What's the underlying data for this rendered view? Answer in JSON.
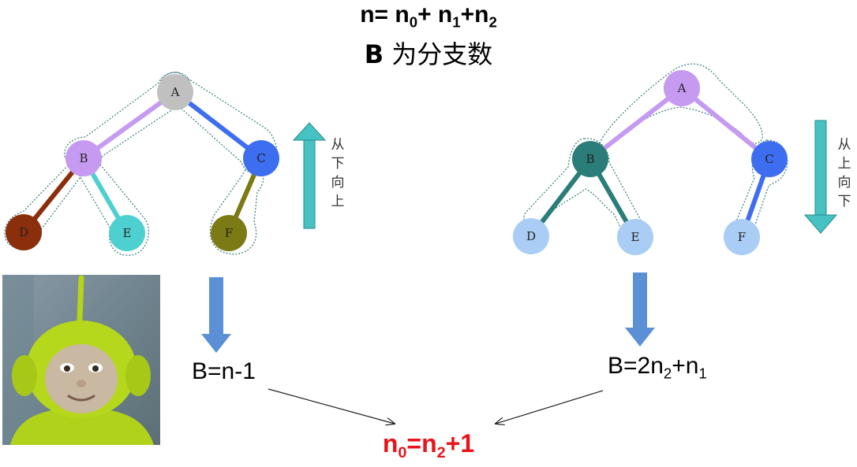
{
  "title": {
    "line1": {
      "prefix": "n= n",
      "sub0": "0",
      "mid1": "+ n",
      "sub1": "1",
      "mid2": "+n",
      "sub2": "2"
    },
    "line2": {
      "b": "B",
      "text": " 为分支数"
    }
  },
  "left_tree": {
    "nodes": [
      {
        "id": "A",
        "label": "A",
        "color": "#c0c0c0"
      },
      {
        "id": "B",
        "label": "B",
        "color": "#c59af0"
      },
      {
        "id": "C",
        "label": "C",
        "color": "#3e6ef0"
      },
      {
        "id": "D",
        "label": "D",
        "color": "#8a2e0c"
      },
      {
        "id": "E",
        "label": "E",
        "color": "#4fd0d0"
      },
      {
        "id": "F",
        "label": "F",
        "color": "#7c7a14"
      }
    ],
    "edges": [
      {
        "from": "A",
        "to": "B",
        "color": "#c59af0"
      },
      {
        "from": "A",
        "to": "C",
        "color": "#3e6ef0"
      },
      {
        "from": "B",
        "to": "D",
        "color": "#8a2e0c"
      },
      {
        "from": "B",
        "to": "E",
        "color": "#4fd0d0"
      },
      {
        "from": "C",
        "to": "F",
        "color": "#7c7a14"
      }
    ],
    "direction_text": "从下向上",
    "formula": "B=n-1"
  },
  "right_tree": {
    "nodes": [
      {
        "id": "A",
        "label": "A",
        "color": "#c59af0"
      },
      {
        "id": "B",
        "label": "B",
        "color": "#2a7d78"
      },
      {
        "id": "C",
        "label": "C",
        "color": "#3e6ef0"
      },
      {
        "id": "D",
        "label": "D",
        "color": "#a9cdf4"
      },
      {
        "id": "E",
        "label": "E",
        "color": "#a9cdf4"
      },
      {
        "id": "F",
        "label": "F",
        "color": "#a9cdf4"
      }
    ],
    "edges": [
      {
        "from": "A",
        "to": "B",
        "color": "#c59af0"
      },
      {
        "from": "A",
        "to": "C",
        "color": "#c59af0"
      },
      {
        "from": "B",
        "to": "D",
        "color": "#2a7d78"
      },
      {
        "from": "B",
        "to": "E",
        "color": "#2a7d78"
      },
      {
        "from": "C",
        "to": "F",
        "color": "#3e6ef0"
      }
    ],
    "direction_text": "从上向下",
    "formula": {
      "prefix": "B=2n",
      "sub2": "2",
      "mid": "+n",
      "sub1": "1"
    }
  },
  "result": {
    "prefix": "n",
    "sub0": "0",
    "mid": "=n",
    "sub2": "2",
    "suffix": "+1"
  },
  "colors": {
    "accent_arrow": "#5b8fd6",
    "up_arrow": "#46c2c2",
    "result_red": "#e8141a"
  }
}
